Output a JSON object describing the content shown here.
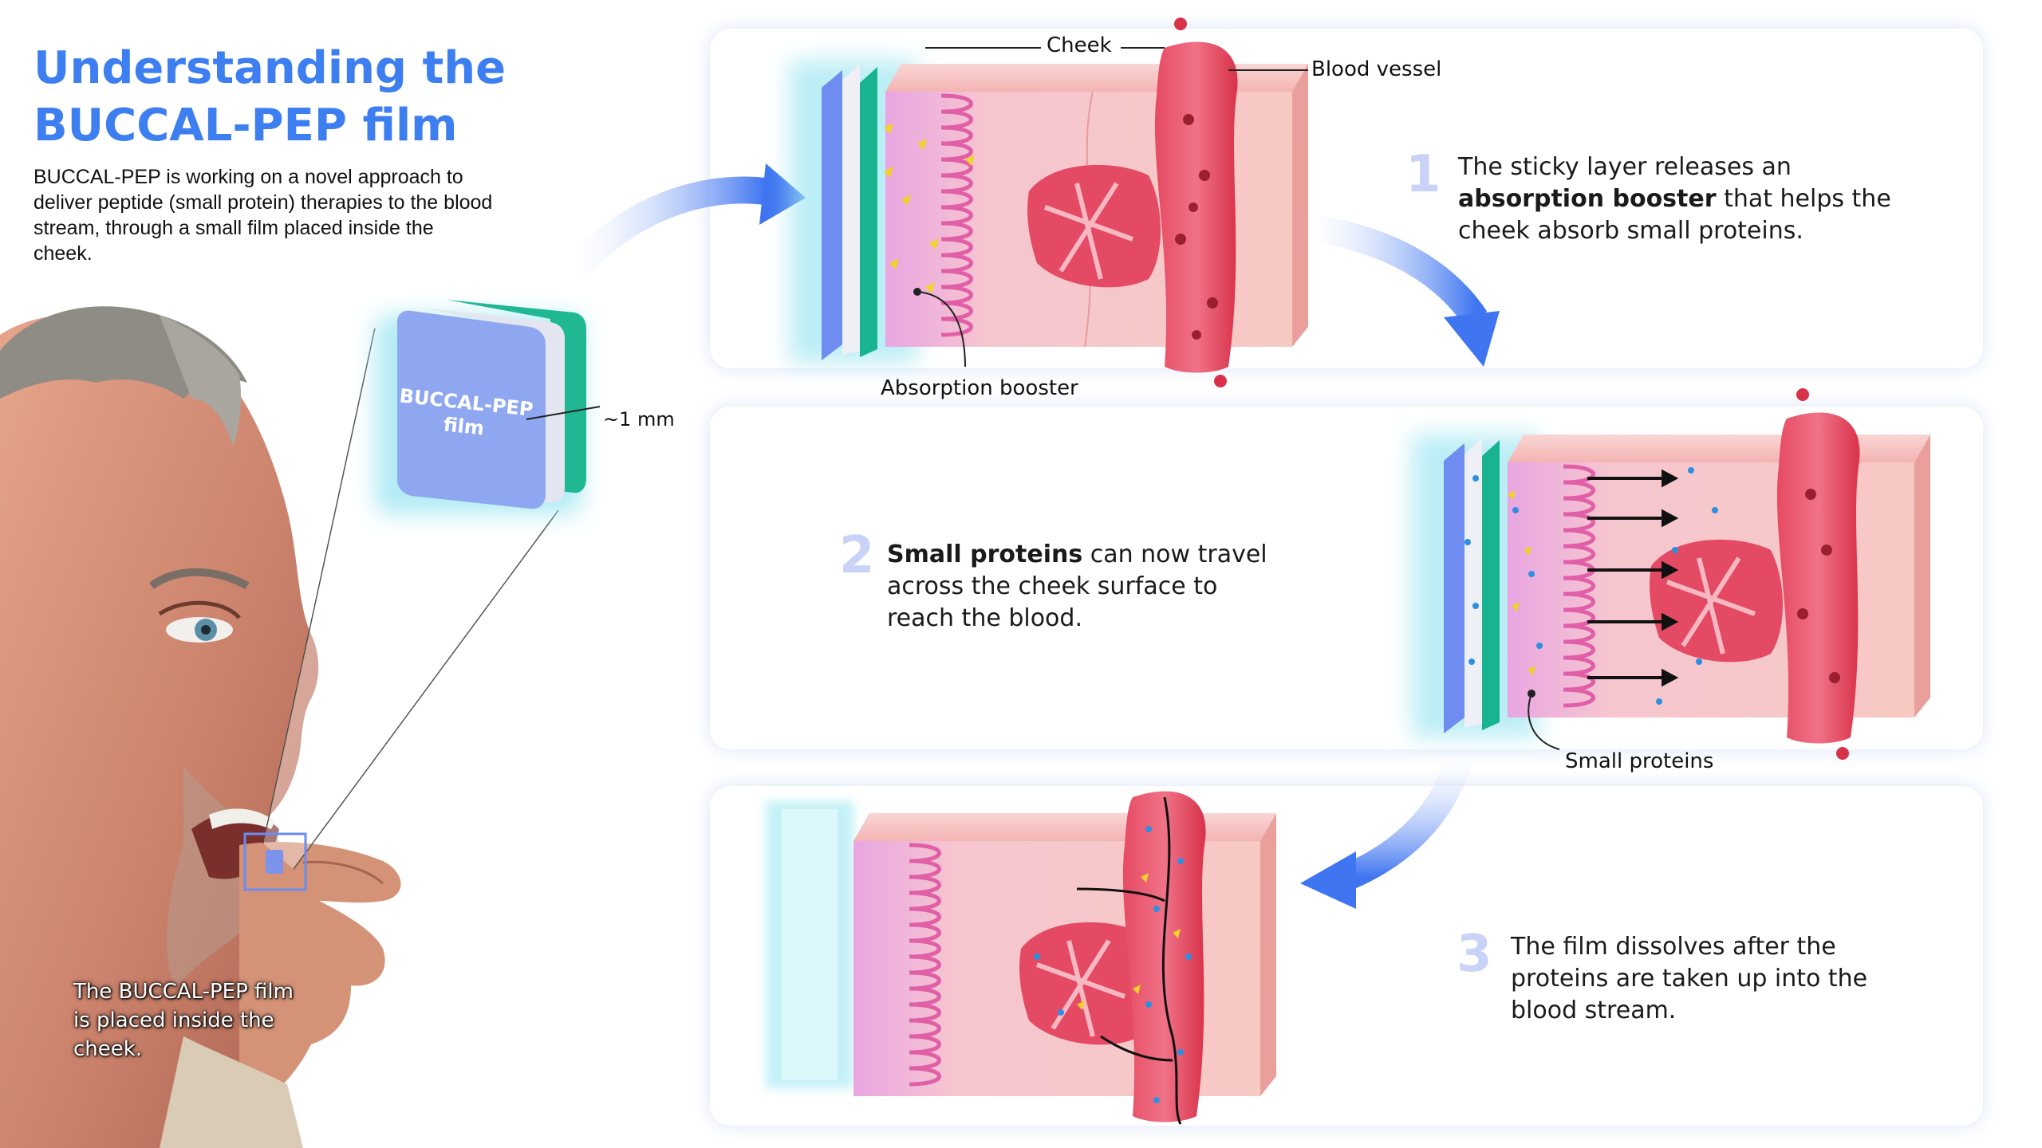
{
  "header": {
    "title_line1": "Understanding the",
    "title_line2": "BUCCAL-PEP film",
    "intro": "BUCCAL-PEP is working on a novel approach to deliver peptide (small protein) therapies to the blood stream, through a small film placed inside the cheek."
  },
  "film": {
    "label": "BUCCAL-PEP film",
    "thickness": "~1 mm"
  },
  "caption": "The BUCCAL-PEP film is placed inside the cheek.",
  "labels": {
    "cheek": "Cheek",
    "blood_vessel": "Blood vessel",
    "absorption_booster": "Absorption booster",
    "small_proteins": "Small proteins"
  },
  "steps": [
    {
      "number": "1",
      "pre": "The sticky layer releases an ",
      "bold": "absorption booster",
      "post": " that helps the cheek absorb small proteins."
    },
    {
      "number": "2",
      "pre": "",
      "bold": "Small proteins",
      "post": " can now travel across the cheek surface to reach the blood."
    },
    {
      "number": "3",
      "pre": "",
      "bold": "",
      "post": "The film dissolves after the proteins are taken up into the blood stream."
    }
  ],
  "colors": {
    "accent_blue": "#3d7ff0",
    "film_blue": "#8fa7f0",
    "film_green": "#17b48f",
    "tissue_pink": "#f6c2c0",
    "blood_red": "#d8324a"
  }
}
